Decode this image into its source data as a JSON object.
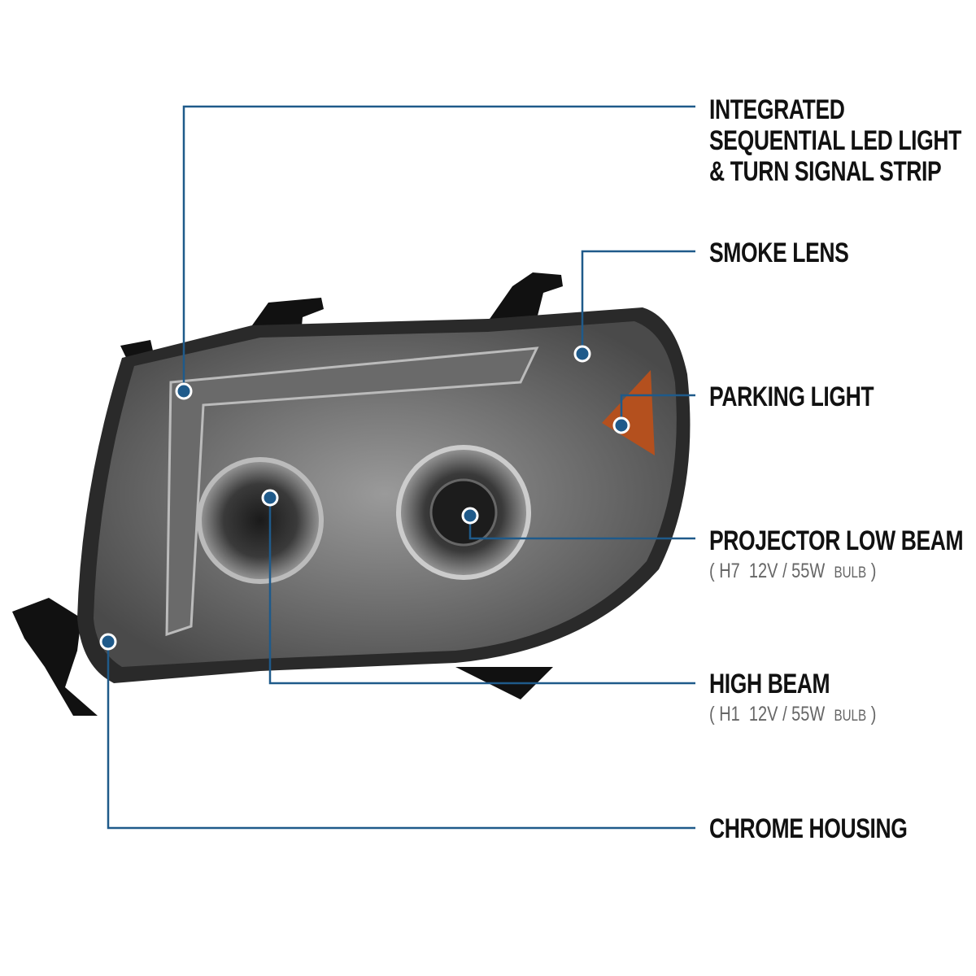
{
  "colors": {
    "callout": "#1f5a8a",
    "dot": "#1f5a8a",
    "text": "#111111",
    "subtext": "#666666"
  },
  "callouts": [
    {
      "title_lines": [
        "INTEGRATED",
        "SEQUENTIAL LED LIGHT",
        "& TURN SIGNAL STRIP"
      ]
    },
    {
      "title": "SMOKE LENS"
    },
    {
      "title": "PARKING LIGHT"
    },
    {
      "title": "PROJECTOR LOW BEAM",
      "bulb": {
        "type": "H7",
        "spec": "12V / 55W",
        "word": "BULB"
      }
    },
    {
      "title": "HIGH BEAM",
      "bulb": {
        "type": "H1",
        "spec": "12V / 55W",
        "word": "BULB"
      }
    },
    {
      "title": "CHROME HOUSING"
    }
  ]
}
